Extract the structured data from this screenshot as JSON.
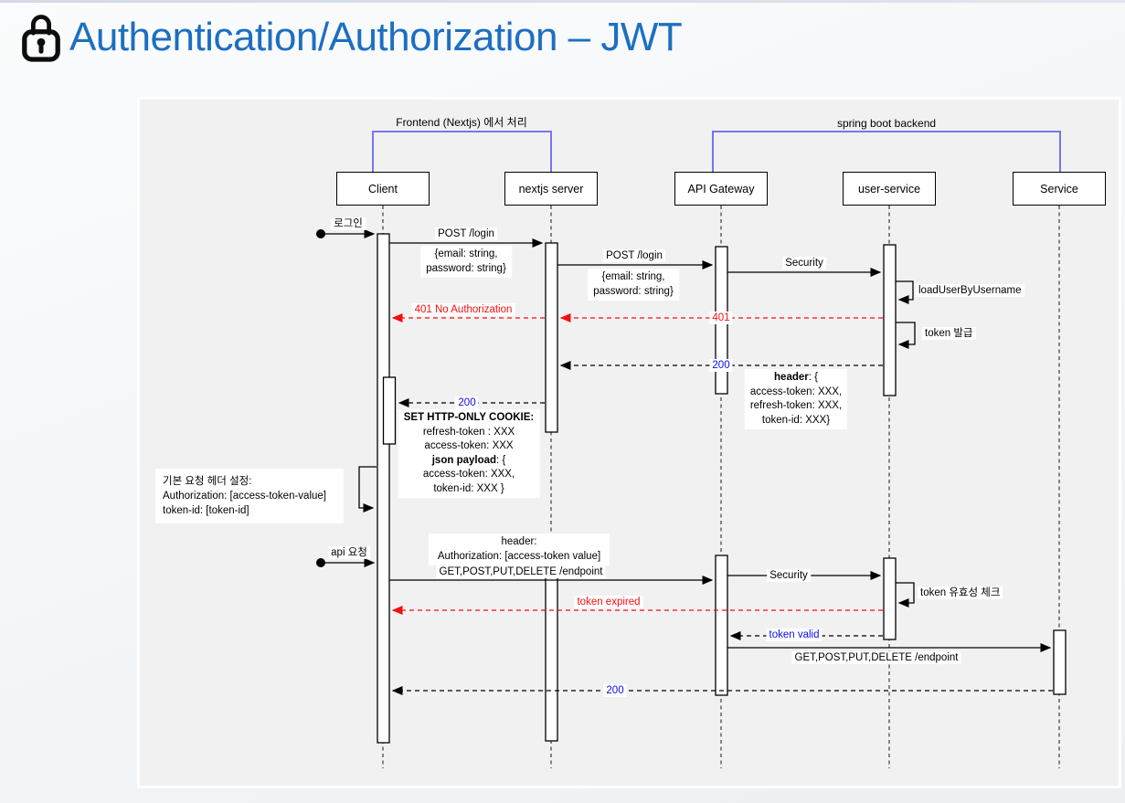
{
  "page": {
    "title": "Authentication/Authorization – JWT"
  },
  "colors": {
    "title_blue": "#1c6fc2",
    "group_bracket": "#7575f2",
    "error_red": "#f50f0f",
    "status_blue": "#0a0af5",
    "panel_bg": "#f1f1f2"
  },
  "groups": [
    {
      "label": "Frontend (Nextjs) 에서 처리"
    },
    {
      "label": "spring boot backend"
    }
  ],
  "participants": [
    {
      "label": "Client"
    },
    {
      "label": "nextjs server"
    },
    {
      "label": "API Gateway"
    },
    {
      "label": "user-service"
    },
    {
      "label": "Service"
    }
  ],
  "messages": {
    "login_trigger": "로그인",
    "post_login_1": "POST /login",
    "post_login_1_body_a": "{email: string,",
    "post_login_1_body_b": "password: string}",
    "post_login_2": "POST /login",
    "post_login_2_body_a": "{email: string,",
    "post_login_2_body_b": "password: string}",
    "security_1": "Security",
    "load_user": "loadUserByUsername",
    "token_issue": "token 발급",
    "err_401": "401",
    "err_401_full": "401 No Authorization",
    "ok_200_a": "200",
    "ok_200_b": "200",
    "ok_200_c": "200",
    "api_request": "api 요청",
    "get_endpoint_1": "GET,POST,PUT,DELETE /endpoint",
    "security_2": "Security",
    "token_check": "token 유효성 체크",
    "token_expired": "token expired",
    "token_valid": "token valid",
    "get_endpoint_2": "GET,POST,PUT,DELETE /endpoint"
  },
  "notes": {
    "header_response": {
      "bold": "header",
      "rest": ": {",
      "line2": "access-token: XXX,",
      "line3": "refresh-token: XXX,",
      "line4": "token-id: XXX}"
    },
    "cookie": {
      "title": "SET HTTP-ONLY COOKIE:",
      "line2": "refresh-token : XXX",
      "line3": "access-token: XXX",
      "json_bold": "json payload",
      "json_rest": ": {",
      "line5": "access-token: XXX,",
      "line6": "token-id: XXX }"
    },
    "default_headers": {
      "line1": "기본 요청 헤더 설정:",
      "line2": "Authorization: [access-token-value]",
      "line3": "token-id: [token-id]"
    },
    "auth_header": {
      "line1": "header:",
      "line2": "Authorization: [access-token value]"
    }
  }
}
